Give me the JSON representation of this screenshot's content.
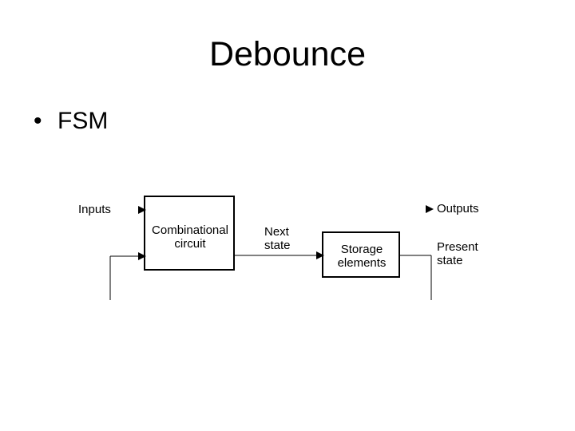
{
  "slide": {
    "title": "Debounce",
    "bullet_marker": "•",
    "bullet_text": "FSM"
  },
  "diagram": {
    "inputs_label": "Inputs",
    "outputs_label": "Outputs",
    "comb_box_line1": "Combinational",
    "comb_box_line2": "circuit",
    "next_state_line1": "Next",
    "next_state_line2": "state",
    "storage_box_line1": "Storage",
    "storage_box_line2": "elements",
    "present_state_line1": "Present",
    "present_state_line2": "state"
  }
}
